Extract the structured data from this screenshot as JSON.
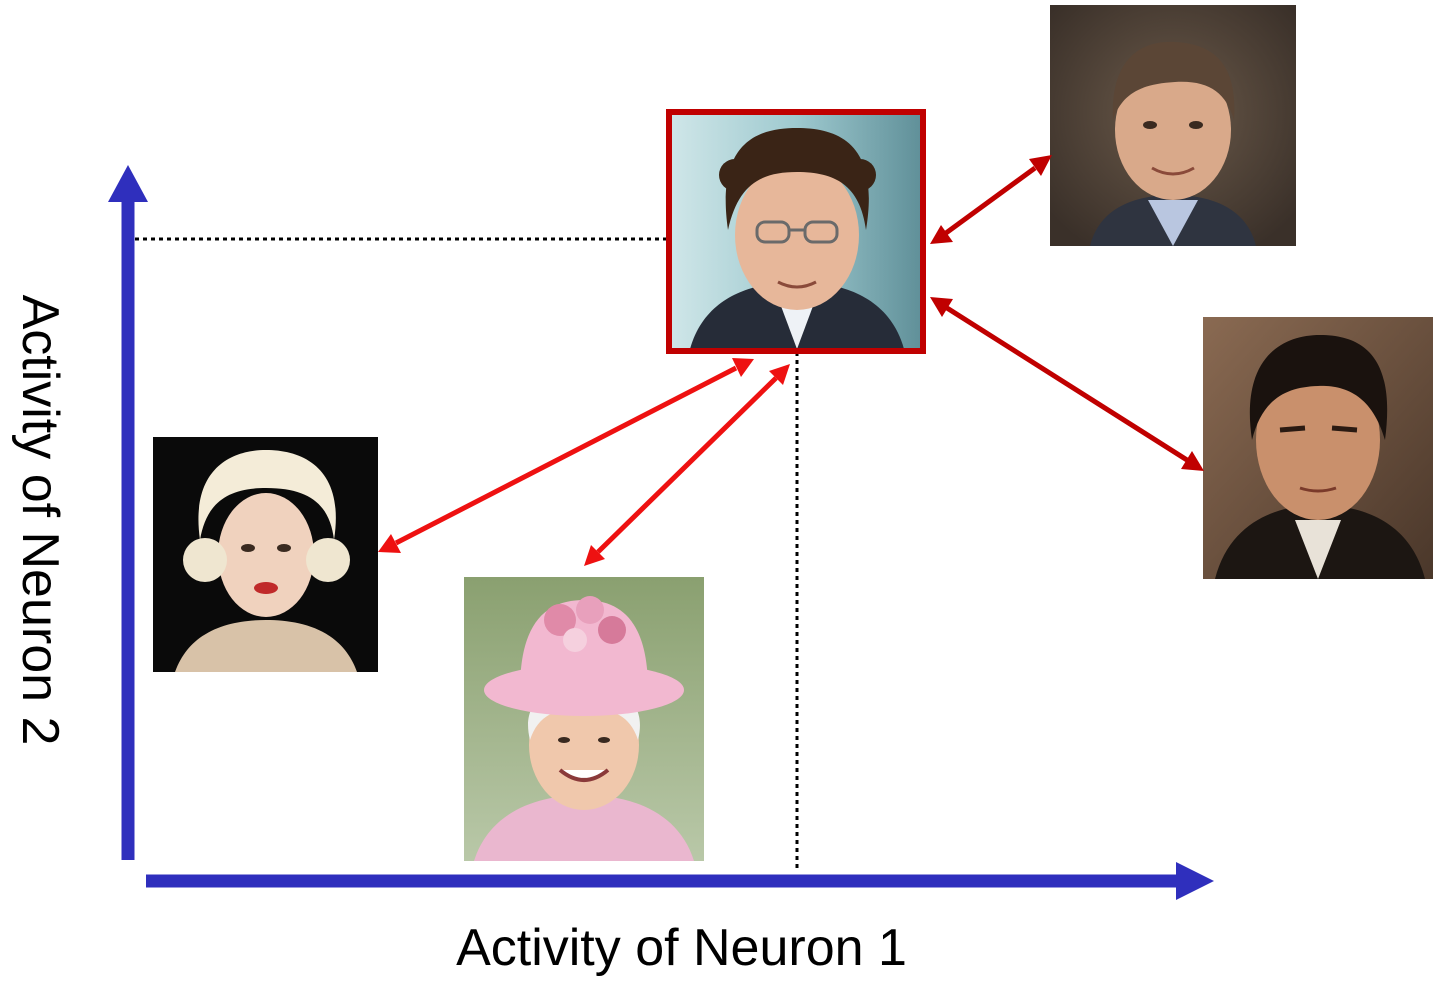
{
  "axes": {
    "x_label": "Activity of Neuron 1",
    "y_label": "Activity of Neuron 2",
    "color": "#2f2fbd"
  },
  "colors": {
    "highlight_frame": "#c00000",
    "arrow_bright": "#ee1111",
    "arrow_dark": "#c00000",
    "guide_line": "#000000"
  },
  "faces": [
    {
      "id": "center-face",
      "icon": "portrait-man-glasses-curly-hair"
    },
    {
      "id": "face-top-right",
      "icon": "portrait-man-suit"
    },
    {
      "id": "face-right",
      "icon": "portrait-man-dark-hair"
    },
    {
      "id": "face-left",
      "icon": "portrait-woman-blonde"
    },
    {
      "id": "face-bottom",
      "icon": "portrait-woman-pink-hat"
    }
  ]
}
